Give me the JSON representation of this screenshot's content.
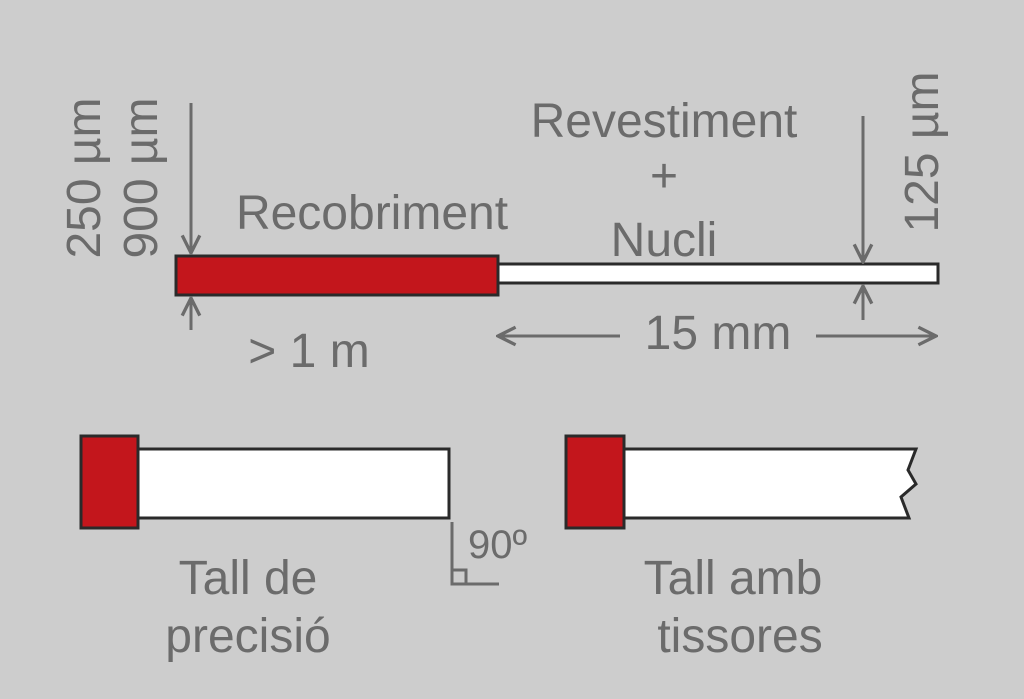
{
  "colors": {
    "background": "#cdcdcd",
    "coating_red": "#c3161c",
    "fiber_white": "#ffffff",
    "outline": "#2a2a2a",
    "annotation_gray": "#6b6b6b"
  },
  "labels": {
    "coating": "Recobriment",
    "cladding": "Revestiment",
    "plus": "+",
    "core": "Nucli",
    "diam_250": "250 µm",
    "diam_900": "900 µm",
    "diam_125": "125 µm",
    "length_coating": "> 1 m",
    "length_bare": "15 mm",
    "angle": "90º",
    "cut_precision_line1": "Tall de",
    "cut_precision_line2": "precisió",
    "cut_scissors_line1": "Tall amb",
    "cut_scissors_line2": "tissores"
  }
}
